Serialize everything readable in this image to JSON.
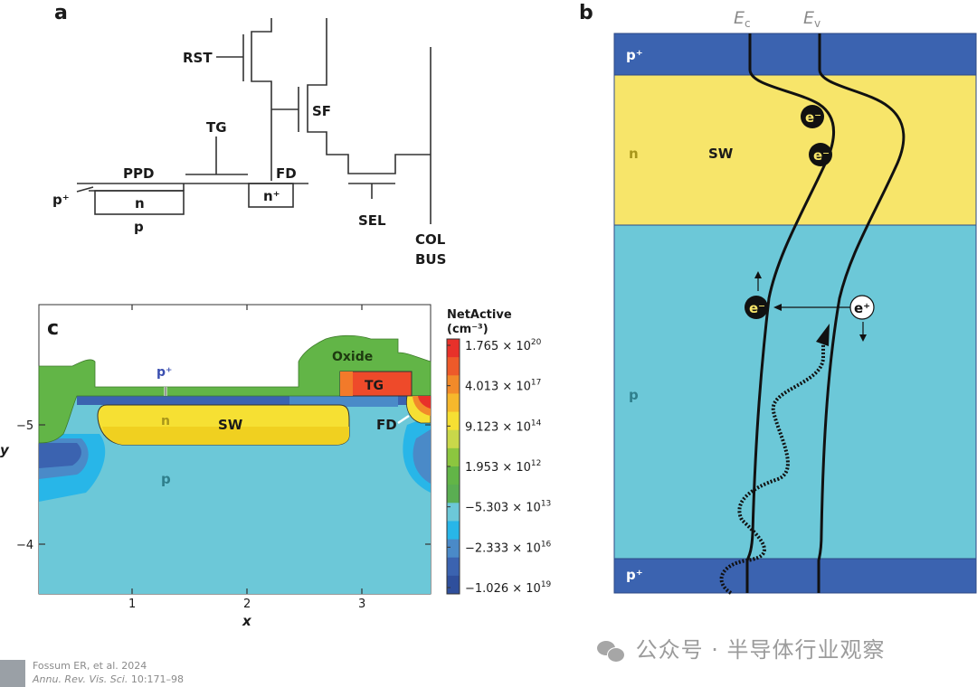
{
  "panels": {
    "a": {
      "letter": "a",
      "labels": {
        "rst": "RST",
        "sf": "SF",
        "tg": "TG",
        "ppd": "PPD",
        "fd": "FD",
        "p_plus": "p⁺",
        "n": "n",
        "p": "p",
        "n_plus": "n⁺",
        "sel": "SEL",
        "col": "COL",
        "bus": "BUS"
      }
    },
    "b": {
      "letter": "b",
      "band_labels": {
        "ec": "E",
        "ec_sub": "c",
        "ev": "E",
        "ev_sub": "v"
      },
      "regions": [
        {
          "name": "p-plus-top",
          "label": "p⁺",
          "color": "#3b63b0"
        },
        {
          "name": "n-layer",
          "label": "n",
          "sublabel": "SW",
          "color": "#f7e56a"
        },
        {
          "name": "p-layer",
          "label": "p",
          "color": "#6cc8d8"
        },
        {
          "name": "p-plus-bottom",
          "label": "p⁺",
          "color": "#3b63b0"
        }
      ],
      "carriers": {
        "electron": "e⁻",
        "hole": "e⁺"
      }
    },
    "c": {
      "letter": "c",
      "labels": {
        "oxide": "Oxide",
        "tg": "TG",
        "p_plus": "p⁺",
        "n": "n",
        "sw": "SW",
        "fd": "FD",
        "p": "p"
      },
      "xaxis": {
        "label": "x",
        "ticks": [
          "1",
          "2",
          "3"
        ]
      },
      "yaxis": {
        "label": "y",
        "ticks": [
          "−5",
          "−4"
        ]
      },
      "colorbar": {
        "title": "NetActive",
        "unit": "(cm⁻³)",
        "ticks": [
          {
            "mant": "1.765 × 10",
            "exp": "20"
          },
          {
            "mant": "4.013 × 10",
            "exp": "17"
          },
          {
            "mant": "9.123 × 10",
            "exp": "14"
          },
          {
            "mant": "1.953 × 10",
            "exp": "12"
          },
          {
            "mant": "−5.303 × 10",
            "exp": "13"
          },
          {
            "mant": "−2.333 × 10",
            "exp": "16"
          },
          {
            "mant": "−1.026 × 10",
            "exp": "19"
          }
        ],
        "colors": [
          "#e8312a",
          "#ee5a2a",
          "#f28a2a",
          "#f6b82c",
          "#f6e033",
          "#c9d84a",
          "#8cc63f",
          "#62b547",
          "#5aae52",
          "#6cc8d8",
          "#28b6e8",
          "#4a8ac8",
          "#3b63b0",
          "#2f4f9c"
        ]
      }
    }
  },
  "footer": {
    "citation": "Fossum ER, et al. 2024",
    "journal": "Annu. Rev. Vis. Sci.",
    "pages": " 10:171–98"
  },
  "watermark": {
    "text": "公众号 · 半导体行业观察"
  }
}
